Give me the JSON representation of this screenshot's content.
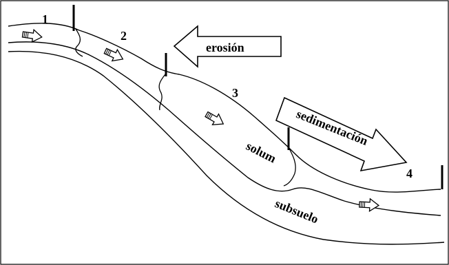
{
  "diagram": {
    "points": [
      "1",
      "2",
      "3",
      "4"
    ],
    "labels": {
      "erosion": "erosión",
      "sedimentation": "sedimentación",
      "solum": "solum",
      "subsoil": "subsuelo"
    },
    "colors": {
      "line": "#000000",
      "background": "#ffffff"
    }
  }
}
